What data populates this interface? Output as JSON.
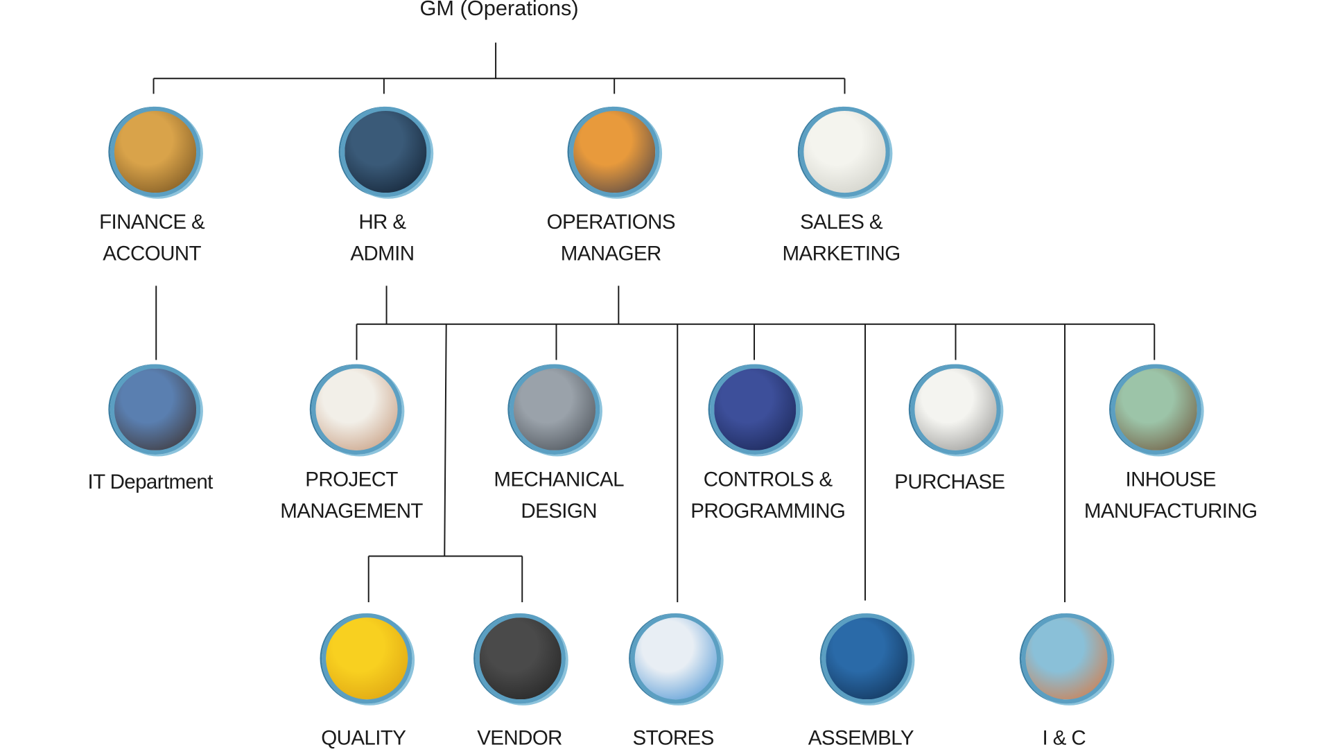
{
  "title": "GM (Operations)",
  "nodes": [
    {
      "id": "finance",
      "lines": [
        "FINANCE &",
        "ACCOUNT"
      ],
      "icon": "finance-icon",
      "colors": [
        "#d9a34a",
        "#6b4a1c"
      ]
    },
    {
      "id": "hr",
      "lines": [
        "HR &",
        "ADMIN"
      ],
      "icon": "hr-people-icon",
      "colors": [
        "#3a5a78",
        "#0d1a2a"
      ]
    },
    {
      "id": "operations-manager",
      "lines": [
        "OPERATIONS",
        "MANAGER"
      ],
      "icon": "gears-icon",
      "colors": [
        "#e89a3c",
        "#3b3a4a"
      ]
    },
    {
      "id": "sales",
      "lines": [
        "SALES &",
        "MARKETING"
      ],
      "icon": "growth-stairs-icon",
      "colors": [
        "#f4f4ee",
        "#c8c8c0"
      ]
    },
    {
      "id": "it",
      "lines": [
        "IT Department"
      ],
      "icon": "computer-icon",
      "colors": [
        "#5a7fb0",
        "#3a2a22"
      ]
    },
    {
      "id": "project",
      "lines": [
        "PROJECT",
        "MANAGEMENT"
      ],
      "icon": "project-icon",
      "colors": [
        "#f2efe8",
        "#c09070"
      ]
    },
    {
      "id": "mechanical",
      "lines": [
        "MECHANICAL",
        "DESIGN"
      ],
      "icon": "mechanical-parts-icon",
      "colors": [
        "#9aa2aa",
        "#3f454c"
      ]
    },
    {
      "id": "controls",
      "lines": [
        "CONTROLS &",
        "PROGRAMMING"
      ],
      "icon": "control-panel-icon",
      "colors": [
        "#3d4f9a",
        "#15204a"
      ]
    },
    {
      "id": "purchase",
      "lines": [
        "PURCHASE"
      ],
      "icon": "shopping-cart-icon",
      "colors": [
        "#f4f4f0",
        "#8a8a88"
      ]
    },
    {
      "id": "inhouse",
      "lines": [
        "INHOUSE",
        "MANUFACTURING"
      ],
      "icon": "worker-icon",
      "colors": [
        "#9cc4a8",
        "#6a4a30"
      ]
    },
    {
      "id": "quality",
      "lines": [
        "QUALITY"
      ],
      "icon": "quality-stamp-icon",
      "colors": [
        "#f8d020",
        "#d89a10"
      ]
    },
    {
      "id": "vendor",
      "lines": [
        "VENDOR"
      ],
      "icon": "vendor-sign-icon",
      "colors": [
        "#4a4a4a",
        "#1e1e1e"
      ]
    },
    {
      "id": "stores",
      "lines": [
        "STORES"
      ],
      "icon": "store-building-icon",
      "colors": [
        "#e8eef4",
        "#3a8ad0"
      ]
    },
    {
      "id": "assembly",
      "lines": [
        "ASSEMBLY"
      ],
      "icon": "assembly-hands-icon",
      "colors": [
        "#2a6aa8",
        "#0e2a4a"
      ]
    },
    {
      "id": "i-and-c",
      "lines": [
        "I & C"
      ],
      "icon": "instrumentation-icon",
      "colors": [
        "#8ac0d8",
        "#e07030"
      ]
    }
  ]
}
